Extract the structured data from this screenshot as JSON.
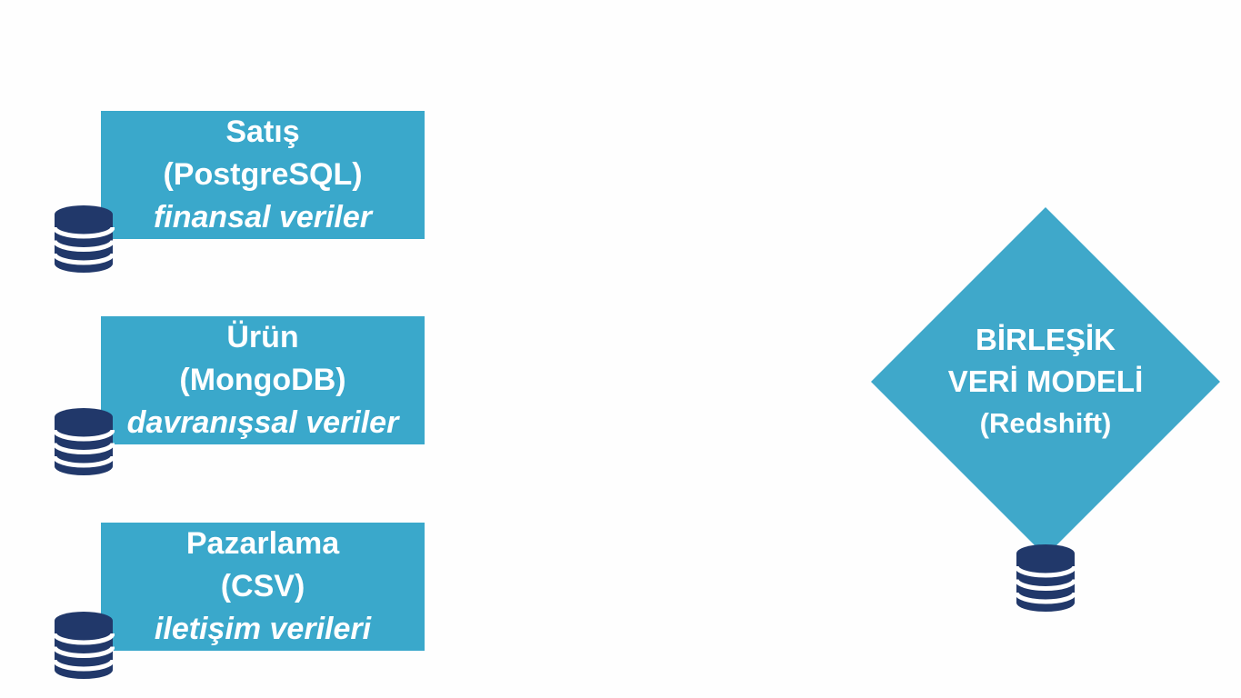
{
  "colors": {
    "box_blue": "#3aa8cb",
    "diamond_blue": "#3fa8ca",
    "database_navy": "#21386a",
    "text": "#ffffff",
    "background": "#fefefe"
  },
  "sources": [
    {
      "title": "Satış",
      "subtitle": "(PostgreSQL)",
      "description": "finansal veriler",
      "icon": "database-icon"
    },
    {
      "title": "Ürün",
      "subtitle": "(MongoDB)",
      "description": "davranışsal veriler",
      "icon": "database-icon"
    },
    {
      "title": "Pazarlama",
      "subtitle": "(CSV)",
      "description": "iletişim verileri",
      "icon": "database-icon"
    }
  ],
  "target": {
    "line1": "BİRLEŞİK",
    "line2": "VERİ MODELİ",
    "line3": "(Redshift)",
    "icon": "database-icon"
  }
}
